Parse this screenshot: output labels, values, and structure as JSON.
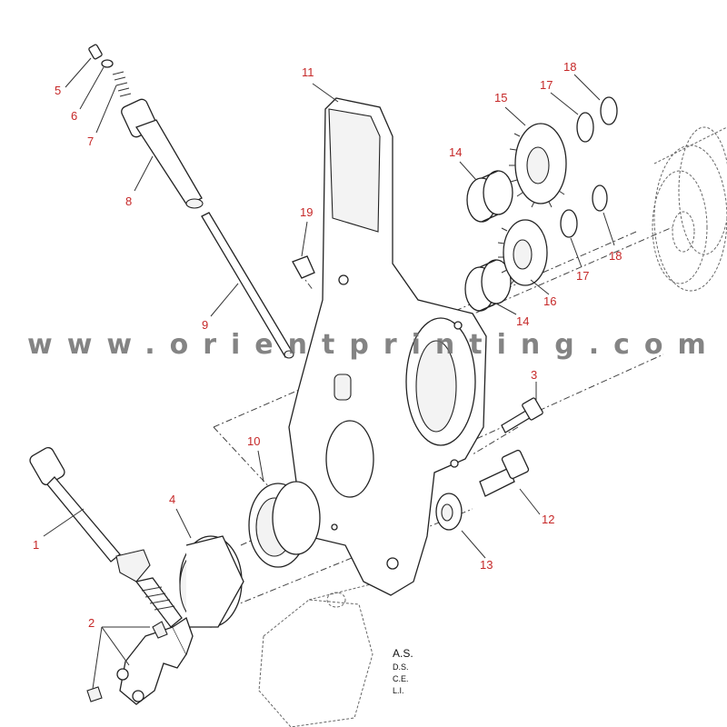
{
  "callouts": {
    "c1": "1",
    "c2": "2",
    "c3": "3",
    "c4": "4",
    "c5": "5",
    "c6": "6",
    "c7": "7",
    "c8": "8",
    "c9": "9",
    "c10": "10",
    "c11": "11",
    "c12": "12",
    "c13": "13",
    "c14a": "14",
    "c14b": "14",
    "c15": "15",
    "c16": "16",
    "c17a": "17",
    "c17b": "17",
    "c18a": "18",
    "c18b": "18",
    "c19": "19"
  },
  "watermark": "www.orientprinting.com",
  "legend": {
    "title": "A.S.",
    "lines": [
      "D.S.",
      "C.E.",
      "L.I."
    ]
  },
  "colors": {
    "callout": "#c62828",
    "line": "#222222",
    "watermark": "#6e6e6e"
  }
}
